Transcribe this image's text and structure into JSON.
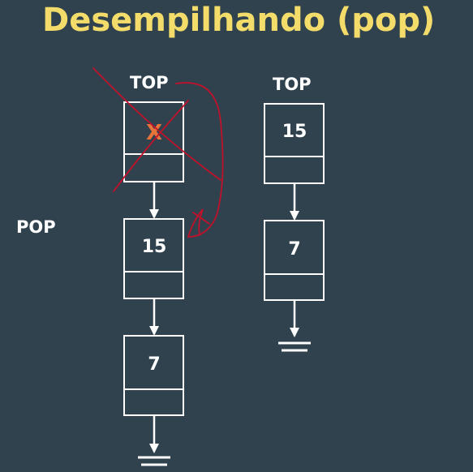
{
  "slide": {
    "title": "Desempilhando (pop)",
    "operation_label": "POP",
    "before": {
      "top_label": "TOP",
      "nodes": [
        {
          "value": "X",
          "removed": true
        },
        {
          "value": "15",
          "removed": false
        },
        {
          "value": "7",
          "removed": false
        }
      ]
    },
    "after": {
      "top_label": "TOP",
      "nodes": [
        {
          "value": "15"
        },
        {
          "value": "7"
        }
      ]
    }
  },
  "colors": {
    "background": "#2f424e",
    "title": "#f3dc6a",
    "text": "#ffffff",
    "annotation": "#c0122a",
    "removed_value": "#e8743b"
  }
}
